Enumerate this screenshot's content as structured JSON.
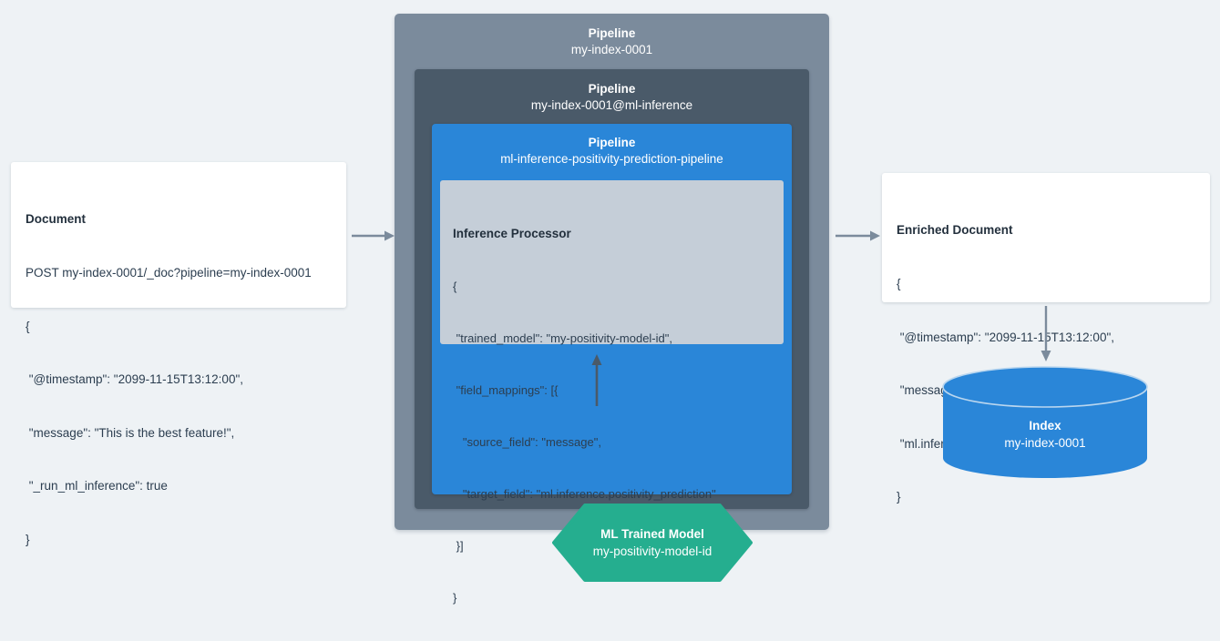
{
  "background_color": "#eef2f5",
  "colors": {
    "pipeline_outer": "#7b8b9c",
    "pipeline_middle": "#4a5a69",
    "pipeline_inner": "#2a86d8",
    "processor_panel": "#c5ced8",
    "ml_model_hexagon": "#25ae8f",
    "index_cylinder": "#2a86d8",
    "card_background": "#ffffff",
    "text_dark": "#2c3e50",
    "arrow_gray": "#7b8b9c",
    "arrow_dark": "#4a5a69"
  },
  "document_card": {
    "title": "Document",
    "lines": [
      "POST my-index-0001/_doc?pipeline=my-index-0001",
      "{",
      " \"@timestamp\": \"2099-11-15T13:12:00\",",
      " \"message\": \"This is the best feature!\",",
      " \"_run_ml_inference\": true",
      "}"
    ]
  },
  "pipelines": {
    "outer": {
      "label": "Pipeline",
      "name": "my-index-0001"
    },
    "middle": {
      "label": "Pipeline",
      "name": "my-index-0001@ml-inference"
    },
    "inner": {
      "label": "Pipeline",
      "name": "ml-inference-positivity-prediction-pipeline"
    }
  },
  "processor": {
    "title": "Inference Processor",
    "lines": [
      "{",
      " \"trained_model\": \"my-positivity-model-id\",",
      " \"field_mappings\": [{",
      "   \"source_field\": \"message\",",
      "   \"target_field\": \"ml.inference.positivity_prediction\"",
      " }]",
      "}"
    ]
  },
  "ml_model": {
    "title": "ML Trained Model",
    "name": "my-positivity-model-id"
  },
  "enriched_document_card": {
    "title": "Enriched Document",
    "lines": [
      "{",
      " \"@timestamp\": \"2099-11-15T13:12:00\",",
      " \"message\": \"This is the best feature!\",",
      " \"ml.inference.positivity_prediction\": \"0.91644\"",
      "}"
    ]
  },
  "index": {
    "title": "Index",
    "name": "my-index-0001"
  },
  "arrows": [
    {
      "id": "document-to-pipeline",
      "direction": "right"
    },
    {
      "id": "pipeline-to-enriched-document",
      "direction": "right"
    },
    {
      "id": "model-to-processor",
      "direction": "up"
    },
    {
      "id": "enriched-document-to-index",
      "direction": "down"
    }
  ]
}
